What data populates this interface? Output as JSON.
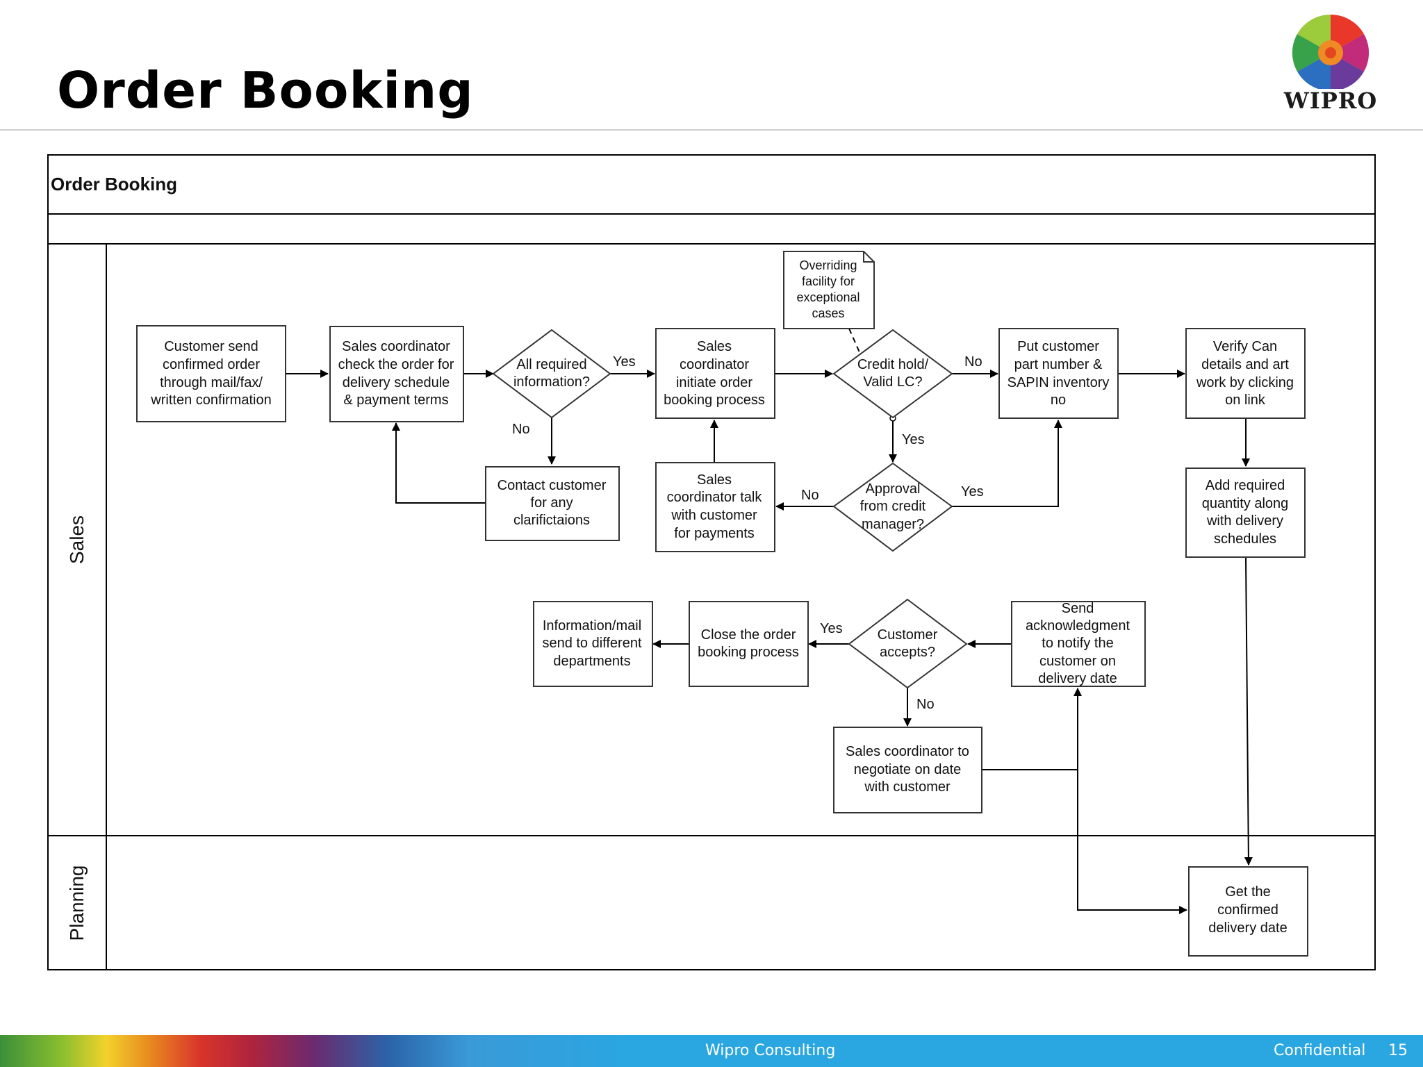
{
  "slide": {
    "title": "Order Booking",
    "logo_text": "WIPRO"
  },
  "footer": {
    "center": "Wipro Consulting",
    "right": "Confidential",
    "page_number": "15"
  },
  "diagram": {
    "pool_title": "Order Booking",
    "lanes": {
      "sales": "Sales",
      "planning": "Planning"
    },
    "nodes": {
      "customer_send": [
        "Customer send",
        "confirmed order",
        "through mail/fax/",
        "written confirmation"
      ],
      "sales_check": [
        "Sales coordinator",
        "check the order for",
        "delivery schedule",
        "&  payment terms"
      ],
      "all_required": [
        "All required",
        "information?"
      ],
      "contact_customer": [
        "Contact customer",
        "for any",
        "clarifictaions"
      ],
      "initiate_booking": [
        "Sales",
        "coordinator",
        "initiate order",
        "booking process"
      ],
      "talk_payments": [
        "Sales",
        "coordinator talk",
        "with customer",
        "for payments"
      ],
      "overriding_note": [
        "Overriding",
        "facility for",
        "exceptional",
        "cases"
      ],
      "credit_hold": [
        "Credit hold/",
        "Valid LC?"
      ],
      "approval": [
        "Approval",
        "from credit",
        "manager?"
      ],
      "put_part_number": [
        "Put customer",
        "part number &",
        "SAPIN inventory",
        "no"
      ],
      "verify_can": [
        "Verify Can",
        "details and art",
        "work by clicking",
        "on link"
      ],
      "add_quantity": [
        "Add required",
        "quantity along",
        "with delivery",
        "schedules"
      ],
      "send_ack": [
        "Send",
        "acknowledgment",
        "to notify the",
        "customer on",
        "delivery date"
      ],
      "customer_accepts": [
        "Customer",
        "accepts?"
      ],
      "close_order": [
        "Close the order",
        "booking process"
      ],
      "info_mail": [
        "Information/mail",
        "send to different",
        "departments"
      ],
      "negotiate": [
        "Sales coordinator to",
        "negotiate on date",
        "with customer"
      ],
      "get_confirmed": [
        "Get the",
        "confirmed",
        "delivery date"
      ]
    },
    "edge_labels": {
      "yes_all_required": "Yes",
      "no_all_required": "No",
      "no_credit_hold": "No",
      "yes_credit_hold": "Yes",
      "no_approval": "No",
      "yes_approval": "Yes",
      "yes_customer_accepts": "Yes",
      "no_customer_accepts": "No"
    }
  }
}
